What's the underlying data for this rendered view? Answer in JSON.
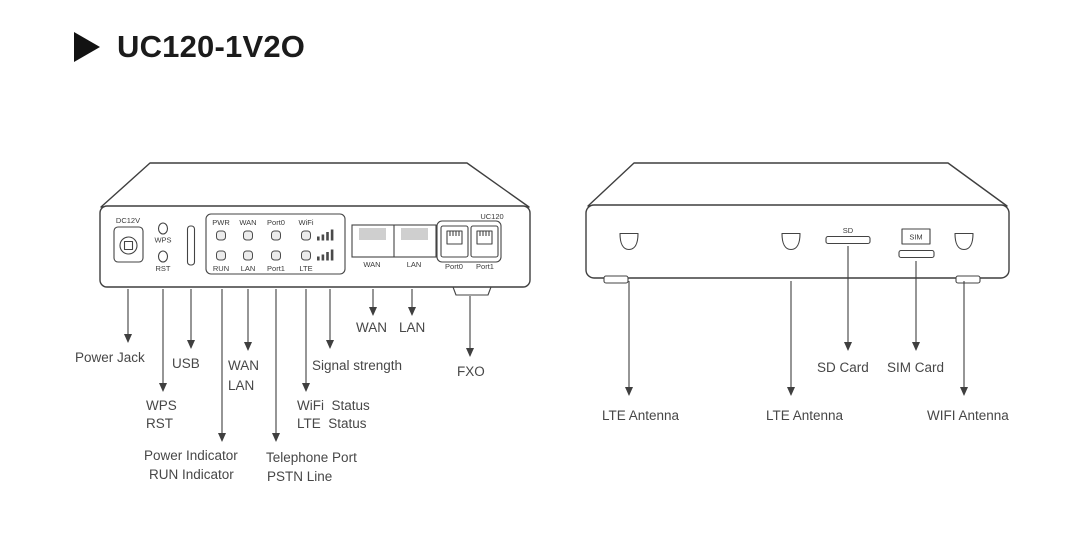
{
  "title": "UC120-1V2O",
  "front_view": {
    "power_label": "DC12V",
    "wps_label": "WPS",
    "rst_label": "RST",
    "leds": {
      "row1": [
        "PWR",
        "WAN",
        "Port0",
        "WiFi"
      ],
      "row2": [
        "RUN",
        "LAN",
        "Port1",
        "LTE"
      ]
    },
    "wan_port_label": "WAN",
    "lan_port_label": "LAN",
    "port0_label": "Port0",
    "port1_label": "Port1",
    "model_label": "UC120"
  },
  "rear_view": {
    "sd_label": "SD",
    "sim_label": "SIM"
  },
  "callouts": {
    "power_jack": "Power Jack",
    "usb": "USB",
    "wps": "WPS",
    "rst": "RST",
    "wan_led": "WAN",
    "lan_led": "LAN",
    "power_indicator": "Power Indicator",
    "run_indicator": "RUN Indicator",
    "signal_strength": "Signal strength",
    "wifi_status": "WiFi  Status",
    "lte_status": "LTE  Status",
    "telephone_port": "Telephone Port",
    "pstn_line": "PSTN Line",
    "wan_port": "WAN",
    "lan_port": "LAN",
    "fxo": "FXO",
    "lte_antenna_left": "LTE Antenna",
    "lte_antenna_mid": "LTE Antenna",
    "sd_card": "SD Card",
    "sim_card": "SIM Card",
    "wifi_antenna": "WIFI Antenna"
  }
}
